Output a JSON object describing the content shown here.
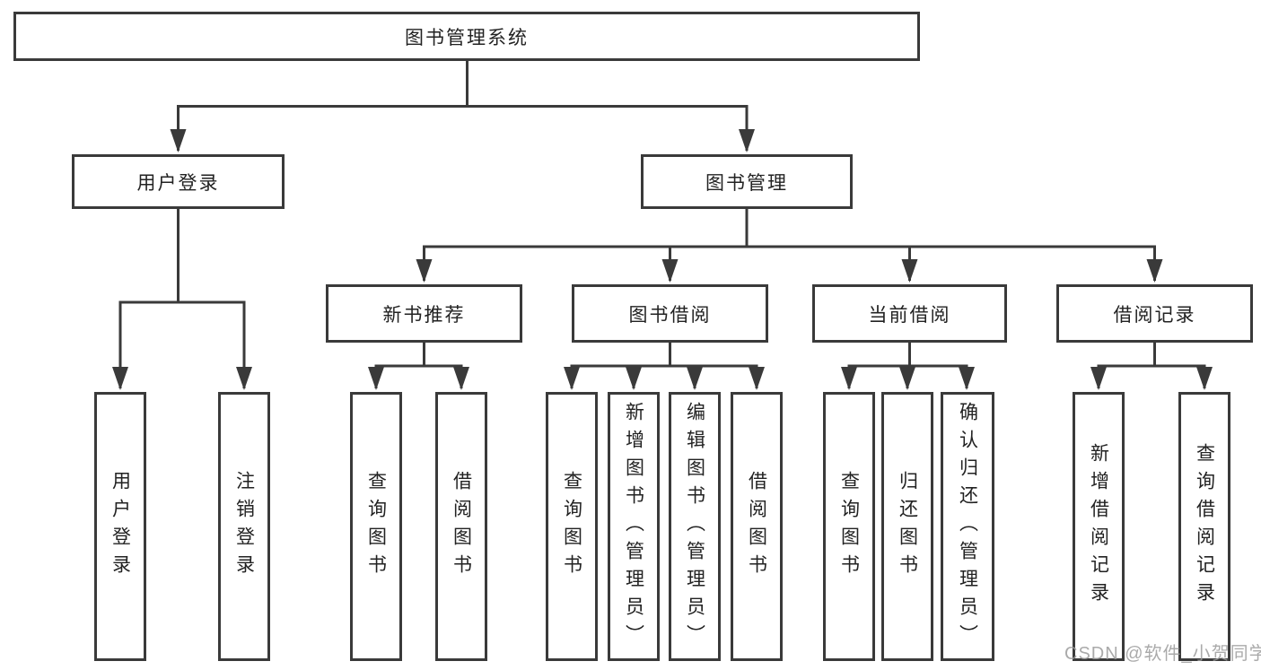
{
  "tree": {
    "root": "图书管理系统",
    "level2": [
      "用户登录",
      "图书管理"
    ],
    "level3": [
      "新书推荐",
      "图书借阅",
      "当前借阅",
      "借阅记录"
    ],
    "user_login_children": [
      "用户登录",
      "注销登录"
    ],
    "new_book_children": [
      "查询图书",
      "借阅图书"
    ],
    "borrow_children": [
      "查询图书",
      "新增图书（管理员）",
      "编辑图书（管理员）",
      "借阅图书"
    ],
    "current_children": [
      "查询图书",
      "归还图书",
      "确认归还（管理员）"
    ],
    "record_children": [
      "新增借阅记录",
      "查询借阅记录"
    ]
  },
  "watermark": "CSDN @软件_小贺同学",
  "colors": {
    "line": "#3a3a3a",
    "text": "#222222",
    "background": "#ffffff",
    "watermark": "#9b9b9b"
  }
}
